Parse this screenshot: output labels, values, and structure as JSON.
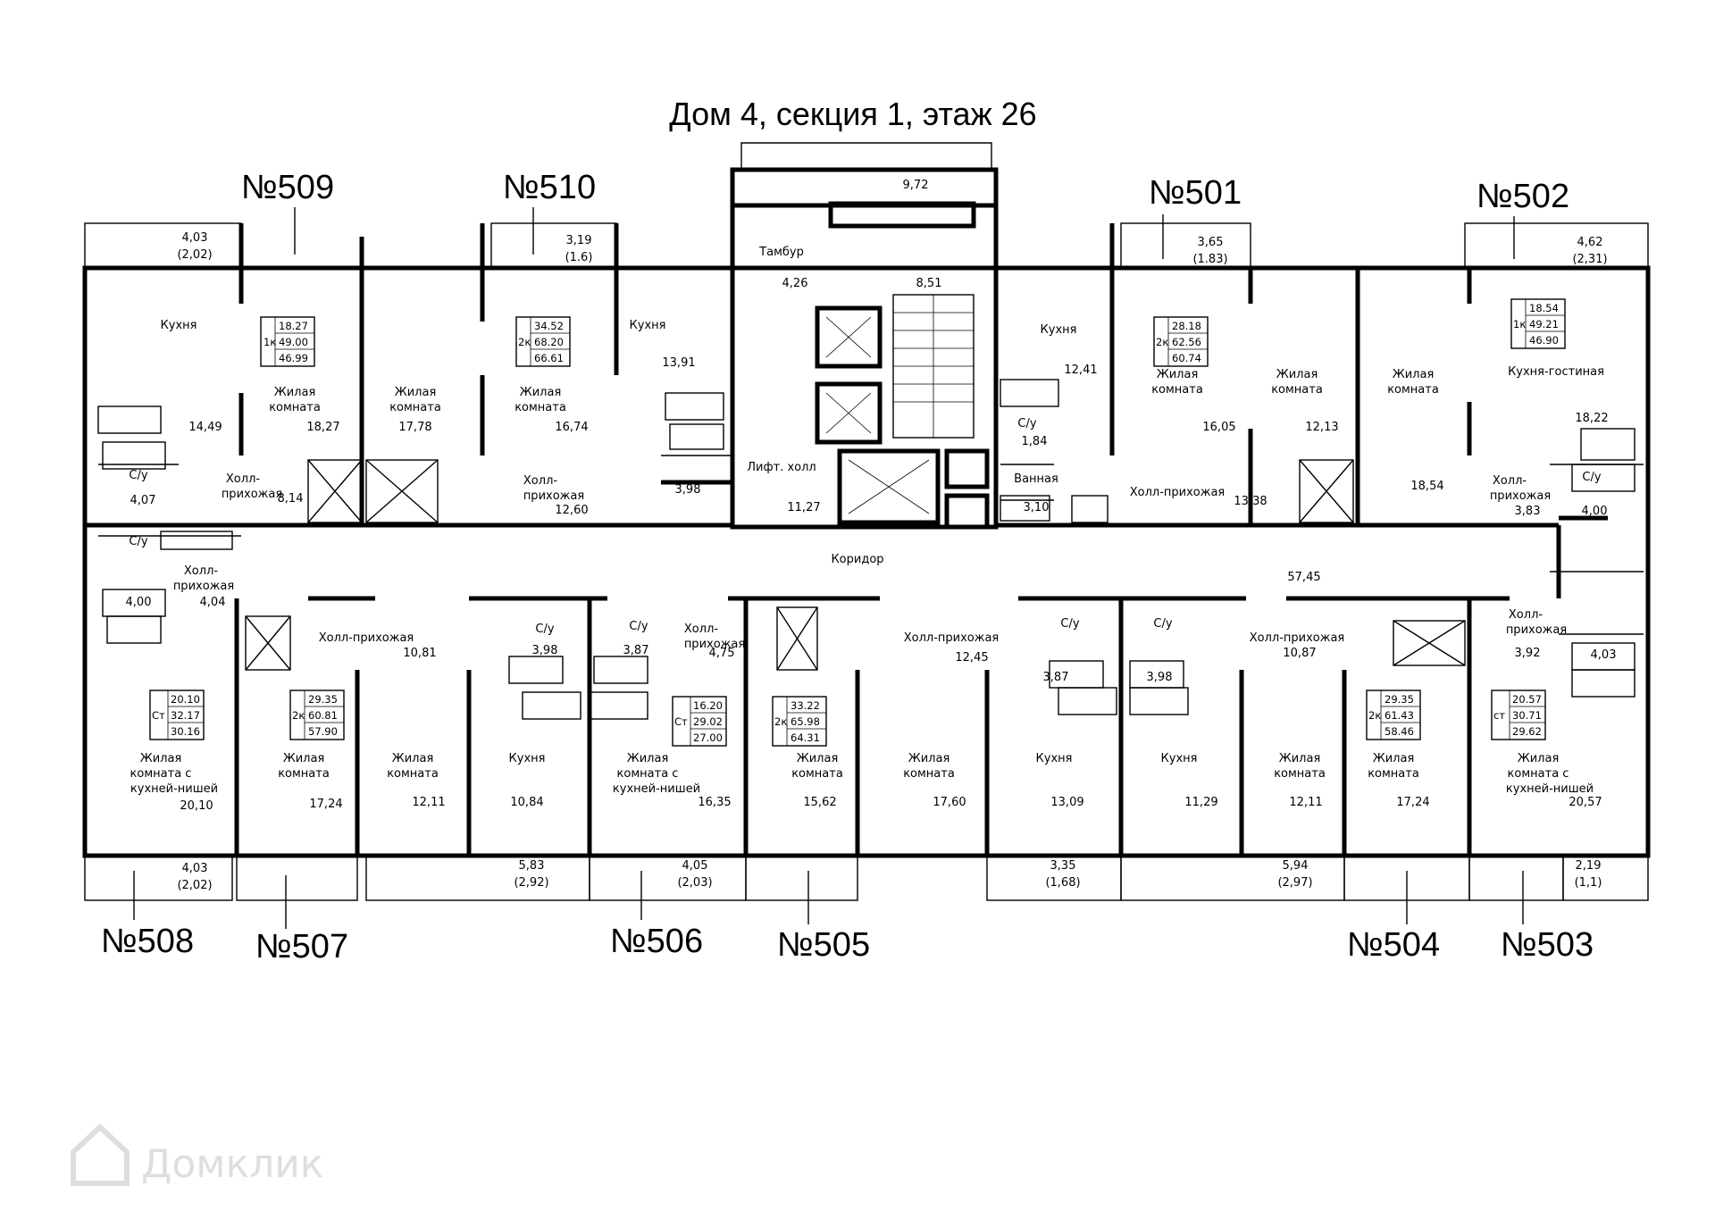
{
  "title": "Дом 4, секция 1, этаж 26",
  "watermark": "Домклик",
  "apartments": {
    "a509": "№509",
    "a510": "№510",
    "a501": "№501",
    "a502": "№502",
    "a508": "№508",
    "a507": "№507",
    "a506": "№506",
    "a505": "№505",
    "a504": "№504",
    "a503": "№503"
  },
  "infoboxes": {
    "a509": {
      "type": "1к",
      "living": "18.27",
      "total": "49.00",
      "area": "46.99"
    },
    "a510": {
      "type": "2к",
      "living": "34.52",
      "total": "68.20",
      "area": "66.61"
    },
    "a501": {
      "type": "2к",
      "living": "28.18",
      "total": "62.56",
      "area": "60.74"
    },
    "a502": {
      "type": "1к",
      "living": "18.54",
      "total": "49.21",
      "area": "46.90"
    },
    "a508": {
      "type": "Ст",
      "living": "20.10",
      "total": "32.17",
      "area": "30.16"
    },
    "a507": {
      "type": "2к",
      "living": "29.35",
      "total": "60.81",
      "area": "57.90"
    },
    "a506": {
      "type": "Ст",
      "living": "16.20",
      "total": "29.02",
      "area": "27.00"
    },
    "a505": {
      "type": "2к",
      "living": "33.22",
      "total": "65.98",
      "area": "64.31"
    },
    "a504": {
      "type": "2к",
      "living": "29.35",
      "total": "61.43",
      "area": "58.46"
    },
    "a503": {
      "type": "ст",
      "living": "20.57",
      "total": "30.71",
      "area": "29.62"
    }
  },
  "rooms": {
    "kitchen": "Кухня",
    "living1": "Жилая",
    "living2": "комната",
    "bath": "С/у",
    "hall1": "Холл-",
    "hall2": "прихожая",
    "hall": "Холл-прихожая",
    "studio1": "Жилая",
    "studio2": "комната с",
    "studio3": "кухней-нишей",
    "kitchen_living": "Кухня-гостиная",
    "tambur": "Тамбур",
    "lift_hall": "Лифт. холл",
    "bathroom": "Ванная",
    "corridor": "Коридор"
  },
  "areas": {
    "balc_509": "4,03",
    "balc_509b": "(2,02)",
    "balc_510": "3,19",
    "balc_510b": "(1.6)",
    "balc_501": "3,65",
    "balc_501b": "(1.83)",
    "balc_502": "4,62",
    "balc_502b": "(2,31)",
    "top_balc": "9,72",
    "stair": "8,51",
    "tambur": "4,26",
    "lift_hall": "11,27",
    "k509": "14,49",
    "l509": "18,27",
    "b509": "4,07",
    "h509": "8,14",
    "l510a": "17,78",
    "l510b": "16,74",
    "k510": "13,91",
    "h510": "12,60",
    "b510": "3,98",
    "k501": "12,41",
    "b501": "1,84",
    "bath501": "3,10",
    "l501a": "16,05",
    "l501b": "12,13",
    "h501": "13,38",
    "l502": "18,54",
    "h502": "3,83",
    "b502": "4,00",
    "kl502": "18,22",
    "b508": "4,00",
    "h508": "4,04",
    "l508": "20,10",
    "balc_508": "4,03",
    "balc_508b": "(2,02)",
    "h507": "10,81",
    "l507a": "17,24",
    "l507b": "12,11",
    "balc_507": "5,83",
    "balc_507b": "(2,92)",
    "b507": "3,98",
    "k507": "10,84",
    "b506": "3,87",
    "h506": "4,75",
    "l506": "16,35",
    "balc_506": "4,05",
    "balc_506b": "(2,03)",
    "h505": "12,45",
    "l505a": "15,62",
    "l505b": "17,60",
    "b505": "3,87",
    "k505": "13,09",
    "balc_505": "3,35",
    "balc_505b": "(1,68)",
    "b504": "3,98",
    "k504": "11,29",
    "h504": "10,87",
    "l504a": "12,11",
    "l504b": "17,24",
    "balc_504": "5,94",
    "balc_504b": "(2,97)",
    "h503": "3,92",
    "b503": "4,03",
    "l503": "20,57",
    "balc_503": "2,19",
    "balc_503b": "(1,1)",
    "corridor": "57,45"
  }
}
